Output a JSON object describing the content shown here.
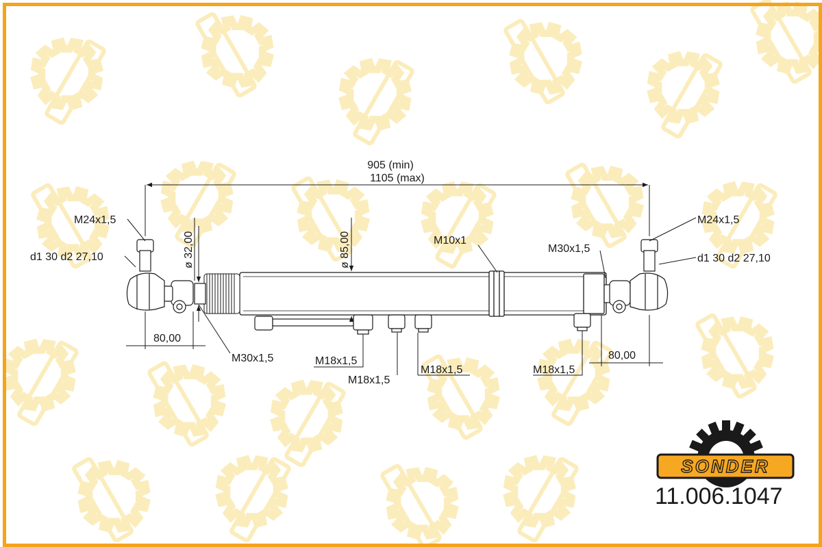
{
  "brand": {
    "name": "SONDER",
    "watermark": "SONDER",
    "colors": {
      "accent": "#f5a31a",
      "logo_fill": "#f7a823",
      "logo_outline": "#1a1a1a",
      "watermark": "#fbe9b0"
    }
  },
  "part_number": "11.006.1047",
  "drawing": {
    "overall_length": {
      "min": "905 (min)",
      "max": "1105 (max)"
    },
    "labels": {
      "thread_left_top": "M24x1,5",
      "ball_left": "d1 30 d2 27,10",
      "thread_right_top": "M24x1,5",
      "ball_right": "d1 30 d2 27,10",
      "rod_diameter": "ø 32,00",
      "body_diameter": "ø 85,00",
      "port_m10": "M10x1",
      "thread_right_rod": "M30x1,5",
      "thread_left_rod": "M30x1,5",
      "offset_left": "80,00",
      "offset_right": "80,00",
      "port_1": "M18x1,5",
      "port_2": "M18x1,5",
      "port_3": "M18x1,5",
      "port_4": "M18x1,5"
    }
  }
}
